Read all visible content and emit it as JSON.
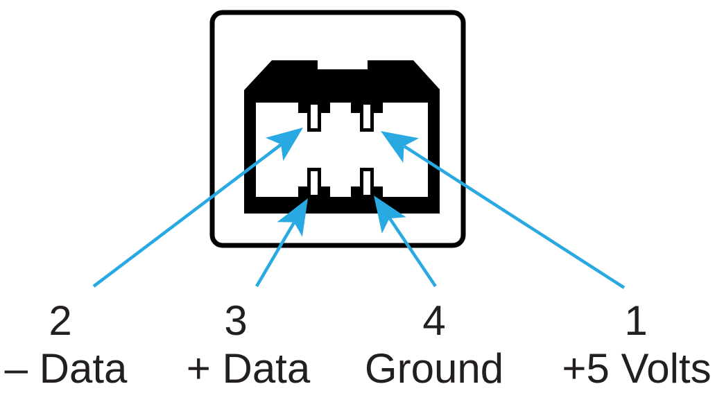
{
  "diagram": {
    "subject": "USB Type B connector pinout (front view of socket)",
    "pin_count": "4"
  },
  "colors": {
    "arrow": "#29A9E2",
    "outline": "#000000",
    "label_text": "#231F20",
    "background": "#FFFFFF"
  },
  "pins": [
    {
      "number": "2",
      "label": "– Data",
      "contact_position": "top-left"
    },
    {
      "number": "3",
      "label": "+ Data",
      "contact_position": "bottom-left"
    },
    {
      "number": "4",
      "label": "Ground",
      "contact_position": "bottom-right"
    },
    {
      "number": "1",
      "label": "+5 Volts",
      "contact_position": "top-right"
    }
  ]
}
